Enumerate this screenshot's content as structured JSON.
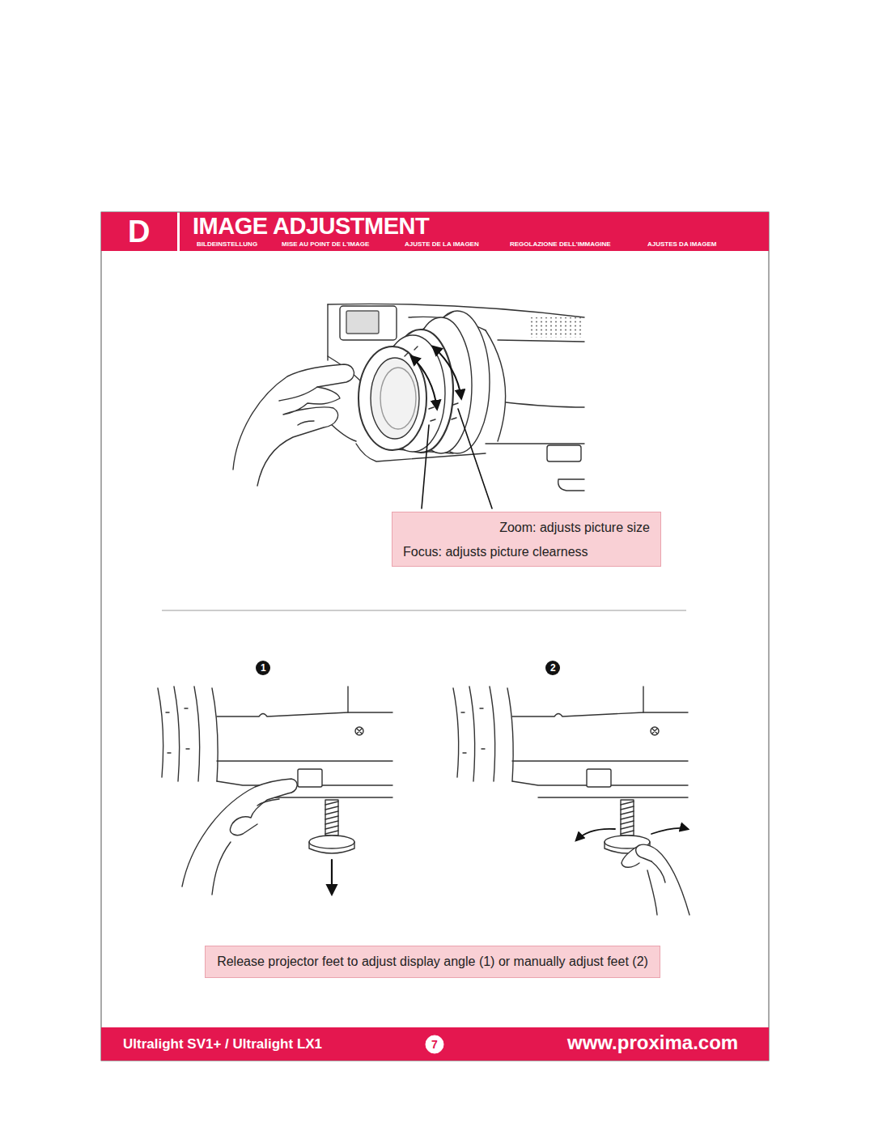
{
  "diagram": {
    "title": "IMAGE ADJUSTMENT",
    "nodes": [
      {
        "text": [
          "Zoom: adjusts picture size",
          "Focus: adjusts picture clearness"
        ]
      },
      {
        "text": [
          "Release projector feet to adjust display angle (1) or manually adjust feet (2)"
        ]
      }
    ],
    "labels": [
      "D",
      "BILDEINSTELLUNG",
      "MISE AU POINT DE L'IMAGE",
      "AJUSTE DE LA IMAGEN",
      "REGOLAZIONE DELL'IMMAGINE",
      "AJUSTES DA IMAGEM",
      "1",
      "2",
      "Ultralight SV1+ / Ultralight LX1",
      "7",
      "www.proxima.com"
    ]
  }
}
